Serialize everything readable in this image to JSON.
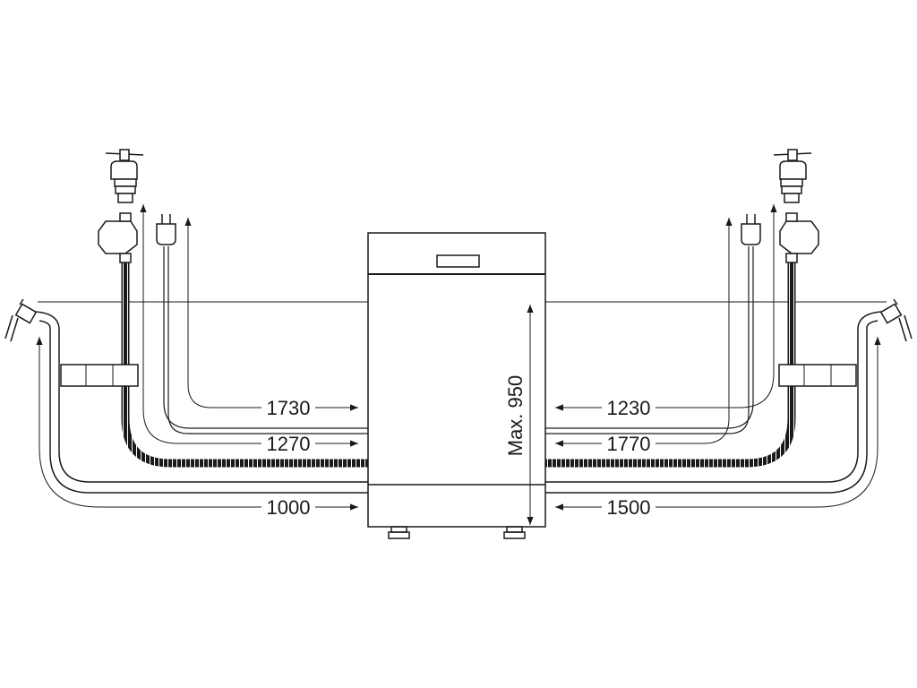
{
  "diagram": {
    "line_color": "#1a1a1a",
    "dimensions": {
      "left_supply": "1730",
      "left_inlet": "1270",
      "left_drain": "1000",
      "right_supply": "1230",
      "right_inlet": "1770",
      "right_drain": "1500"
    },
    "height_label": "Max. 950",
    "icons": {
      "tap": "water-tap-icon",
      "plug": "power-plug-icon",
      "valve": "safety-valve-icon",
      "drain": "drain-hook-icon"
    }
  }
}
